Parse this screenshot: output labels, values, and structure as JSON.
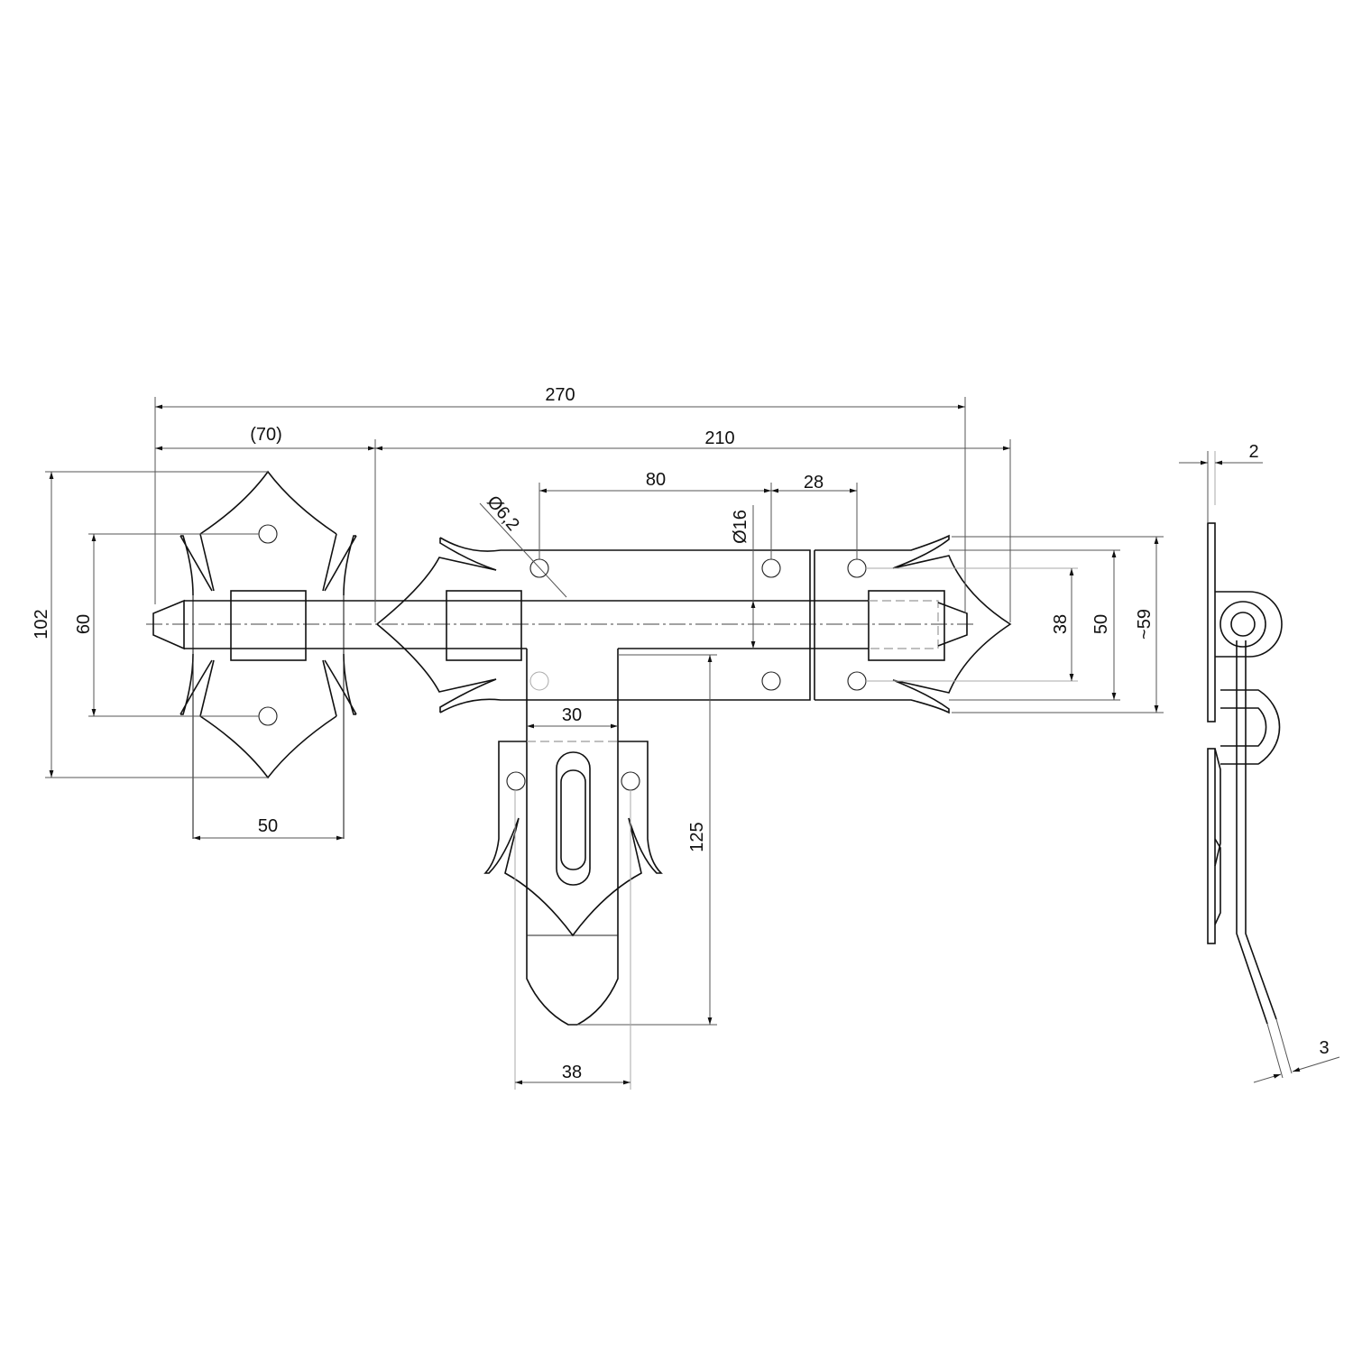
{
  "title": "Door bolt with hasp - technical drawing",
  "dimensions": {
    "overall_length": "270",
    "left_plate_offset": "(70)",
    "bolt_length": "210",
    "hole_spacing": "80",
    "hole_offset": "28",
    "hole_diameter": "Ø6,2",
    "rod_diameter": "Ø16",
    "left_plate_height": "102",
    "left_hole_spacing": "60",
    "left_plate_width": "50",
    "hasp_width": "30",
    "hasp_length": "125",
    "hasp_plate_width": "38",
    "right_hole_spacing": "38",
    "right_plate_height": "50",
    "right_spike_height": "~59",
    "plate_thickness": "2",
    "hasp_thickness": "3"
  },
  "colors": {
    "line": "#111111",
    "dim": "#555555"
  }
}
